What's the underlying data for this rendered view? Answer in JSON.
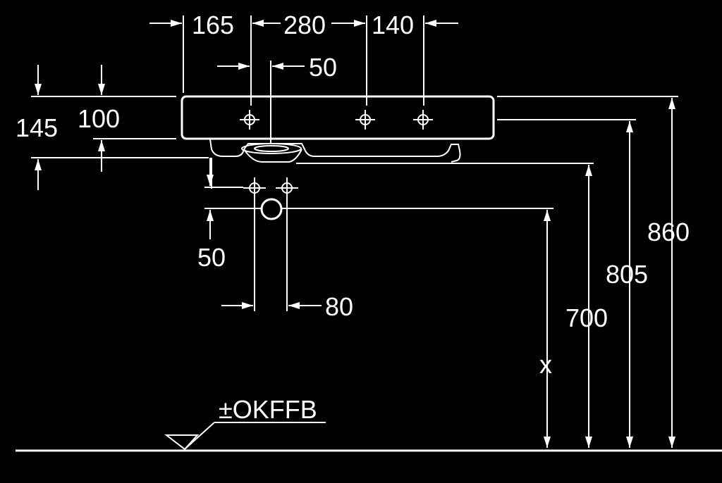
{
  "dimensions": {
    "top_left": "165",
    "top_middle": "280",
    "top_right": "140",
    "tap_offset": "50",
    "basin_height": "145",
    "rim_height": "100",
    "trap_offset": "50",
    "trap_width": "80",
    "height_860": "860",
    "height_805": "805",
    "height_700": "700",
    "height_x": "x"
  },
  "floor_reference": "±OKFFB",
  "colors": {
    "background": "#000000",
    "lines": "#ffffff"
  }
}
